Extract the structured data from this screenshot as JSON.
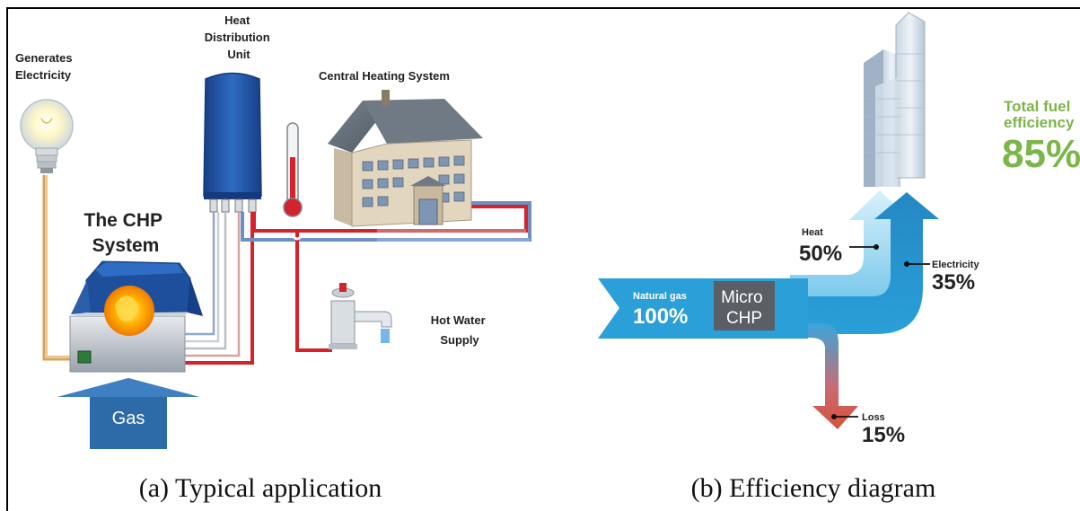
{
  "panel_a": {
    "generates_electricity": [
      "Generates",
      "Electricity"
    ],
    "heat_distribution_unit": [
      "Heat",
      "Distribution",
      "Unit"
    ],
    "central_heating_system": "Central Heating System",
    "chp_system": [
      "The CHP",
      "System"
    ],
    "hot_water_supply": [
      "Hot Water",
      "Supply"
    ],
    "gas": "Gas",
    "caption": "(a) Typical application"
  },
  "panel_b": {
    "natural_gas_label": "Natural gas",
    "natural_gas_value": "100%",
    "micro_chp": [
      "Micro",
      "CHP"
    ],
    "heat_label": "Heat",
    "heat_value": "50%",
    "electricity_label": "Electricity",
    "electricity_value": "35%",
    "loss_label": "Loss",
    "loss_value": "15%",
    "total_label": [
      "Total fuel",
      "efficiency"
    ],
    "total_value": "85%",
    "caption": "(b) Efficiency diagram"
  },
  "colors": {
    "flow_blue": "#2a9fd8",
    "flow_light": "#a9dcf3",
    "tank_blue": "#1f56a8",
    "pipe_red": "#d4232a",
    "loss_red": "#d8503a",
    "total_green": "#7ab648",
    "gas_arrow": "#2c6aa8"
  }
}
